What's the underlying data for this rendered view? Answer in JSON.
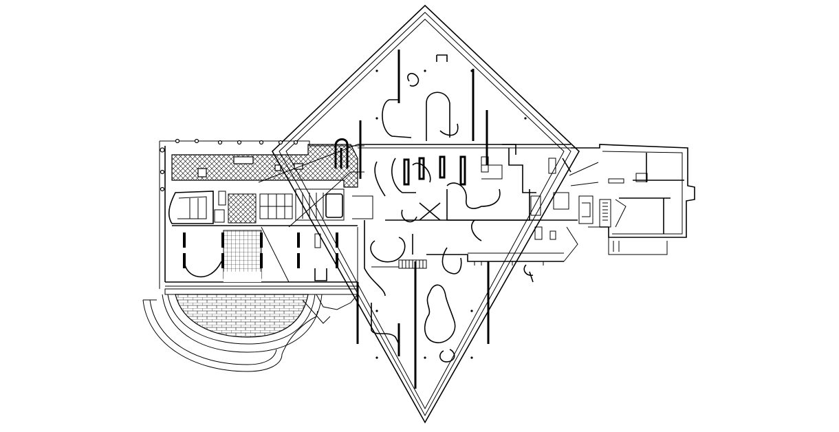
{
  "drawing": {
    "type": "architectural-floor-plan",
    "colors": {
      "background": "#ffffff",
      "line": "#000000"
    },
    "hatch_patterns": [
      "crosshatch",
      "grid",
      "brick"
    ]
  }
}
